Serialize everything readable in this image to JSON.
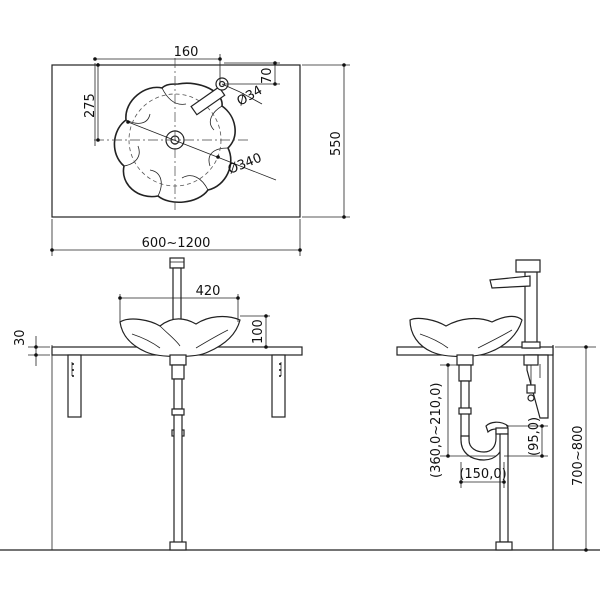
{
  "top_view": {
    "dim_160": "160",
    "dim_70": "70",
    "dim_275": "275",
    "dim_phi34": "Ø34",
    "dim_phi340": "Ø340",
    "dim_550": "550",
    "dim_width": "600~1200"
  },
  "front_view": {
    "dim_420": "420",
    "dim_100": "100",
    "dim_30": "30"
  },
  "side_view": {
    "dim_trap_range": "(360,0~210,0)",
    "dim_95": "(95,0)",
    "dim_150": "(150,0)",
    "dim_height": "700~800"
  }
}
